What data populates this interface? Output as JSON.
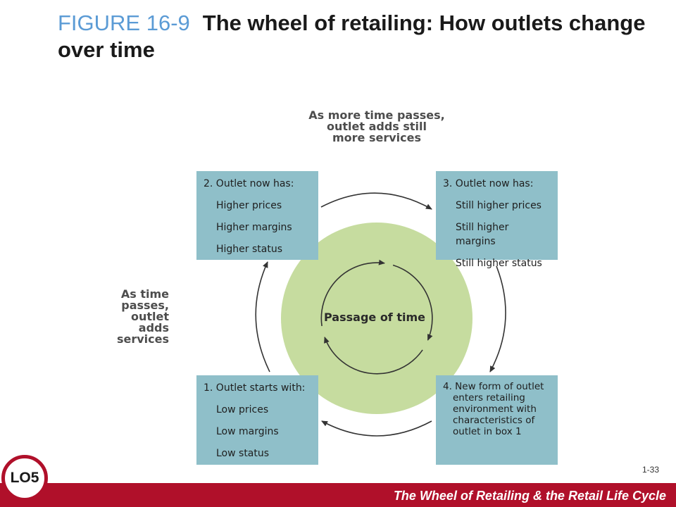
{
  "title": {
    "figure_label": "FIGURE 16-9",
    "text": "The wheel of retailing: How outlets change over time"
  },
  "notes": {
    "top": [
      "As more time passes,",
      "outlet adds still",
      "more services"
    ],
    "left": [
      "As time",
      "passes,",
      "outlet",
      "adds",
      "services"
    ]
  },
  "boxes": {
    "box2": {
      "head": "2. Outlet now has:",
      "items": [
        "Higher prices",
        "Higher margins",
        "Higher status"
      ]
    },
    "box3": {
      "head": "3. Outlet now has:",
      "items": [
        "Still higher prices",
        "Still higher margins",
        "Still higher status"
      ]
    },
    "box1": {
      "head": "1. Outlet starts with:",
      "items": [
        "Low prices",
        "Low margins",
        "Low status"
      ]
    },
    "box4": {
      "lines": [
        "4. New form of outlet",
        "enters retailing",
        "environment with",
        "characteristics of",
        "outlet in box 1"
      ]
    }
  },
  "center": {
    "label": "Passage of time"
  },
  "colors": {
    "box": "#8fbfc9",
    "circle": "#c6dc9f",
    "footer": "#b0102a",
    "figure_label": "#5b9bd5"
  },
  "footer": {
    "text": "The Wheel of Retailing & the Retail Life Cycle",
    "slide_number": "1-33",
    "badge": "LO5"
  }
}
